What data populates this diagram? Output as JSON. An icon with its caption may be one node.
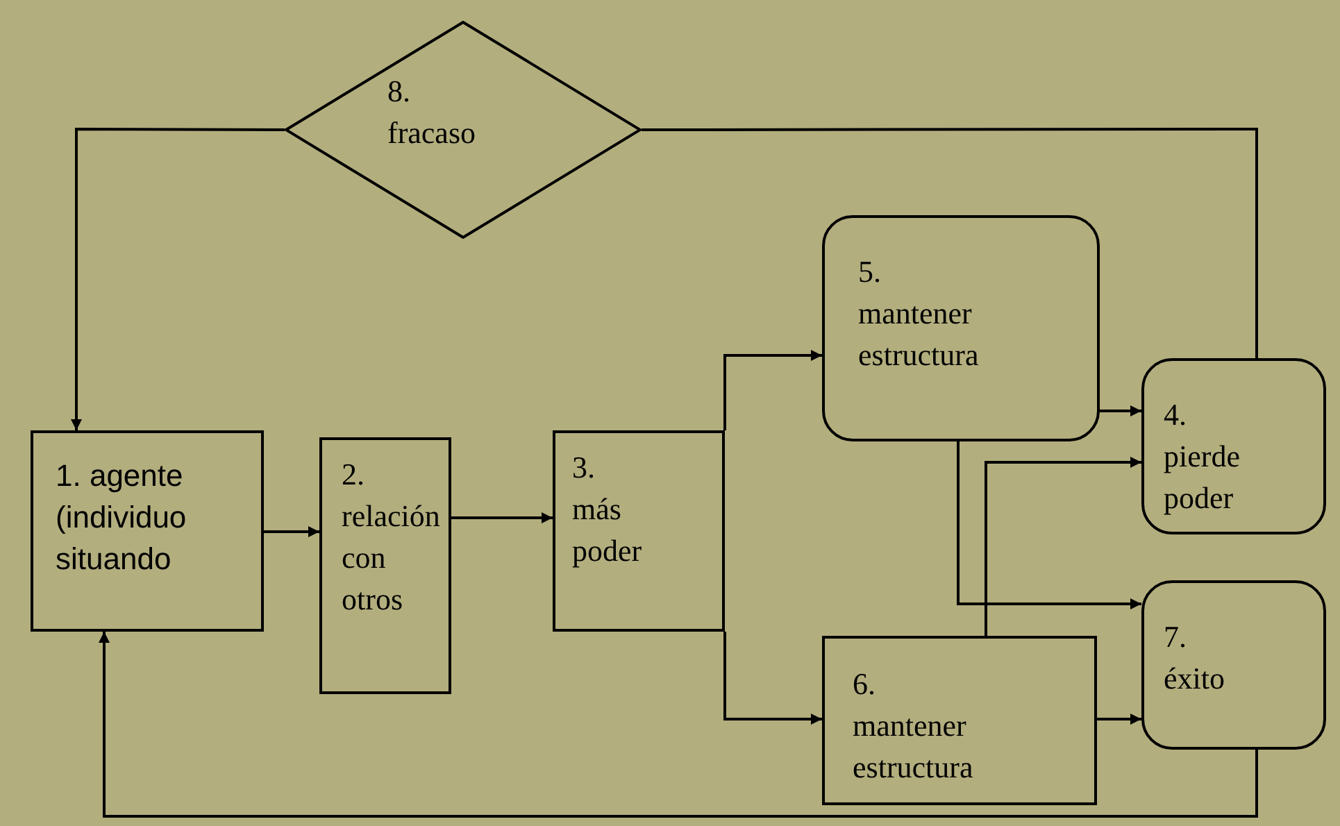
{
  "diagram": {
    "nodes": [
      {
        "text": [
          "1. agente (individuo situando"
        ]
      },
      {
        "text": [
          "2.",
          "relación con otros"
        ]
      },
      {
        "text": [
          "3.",
          "más poder"
        ]
      },
      {
        "text": [
          "4.",
          "pierde poder"
        ]
      },
      {
        "text": [
          "5.",
          "mantener estructura"
        ]
      },
      {
        "text": [
          "6.",
          "mantener estructura"
        ]
      },
      {
        "text": [
          "7.",
          "éxito"
        ]
      },
      {
        "text": [
          "8.",
          "fracaso"
        ]
      }
    ],
    "edges": [
      {
        "from": 0,
        "to": 1,
        "arrow": "to"
      },
      {
        "from": 1,
        "to": 2,
        "arrow": "to"
      },
      {
        "from": 2,
        "to": 4,
        "arrow": "to"
      },
      {
        "from": 2,
        "to": 5,
        "arrow": "to"
      },
      {
        "from": 4,
        "to": 3,
        "arrow": "to"
      },
      {
        "from": 4,
        "to": 6,
        "arrow": "to"
      },
      {
        "from": 5,
        "to": 3,
        "arrow": "to"
      },
      {
        "from": 5,
        "to": 6,
        "arrow": "to"
      },
      {
        "from": 3,
        "to": 7,
        "arrow": "none"
      },
      {
        "from": 7,
        "to": 0,
        "arrow": "to"
      },
      {
        "from": 6,
        "to": 0,
        "arrow": "to"
      }
    ]
  }
}
